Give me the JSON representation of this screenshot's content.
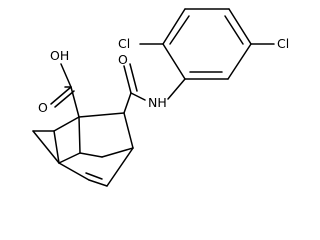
{
  "atoms": {
    "cl_left": "Cl",
    "cl_right": "Cl",
    "hydroxyl": "OH",
    "carbonyl_o_acid": "O",
    "carbonyl_o_amide": "O",
    "amide_nh": "NH"
  }
}
